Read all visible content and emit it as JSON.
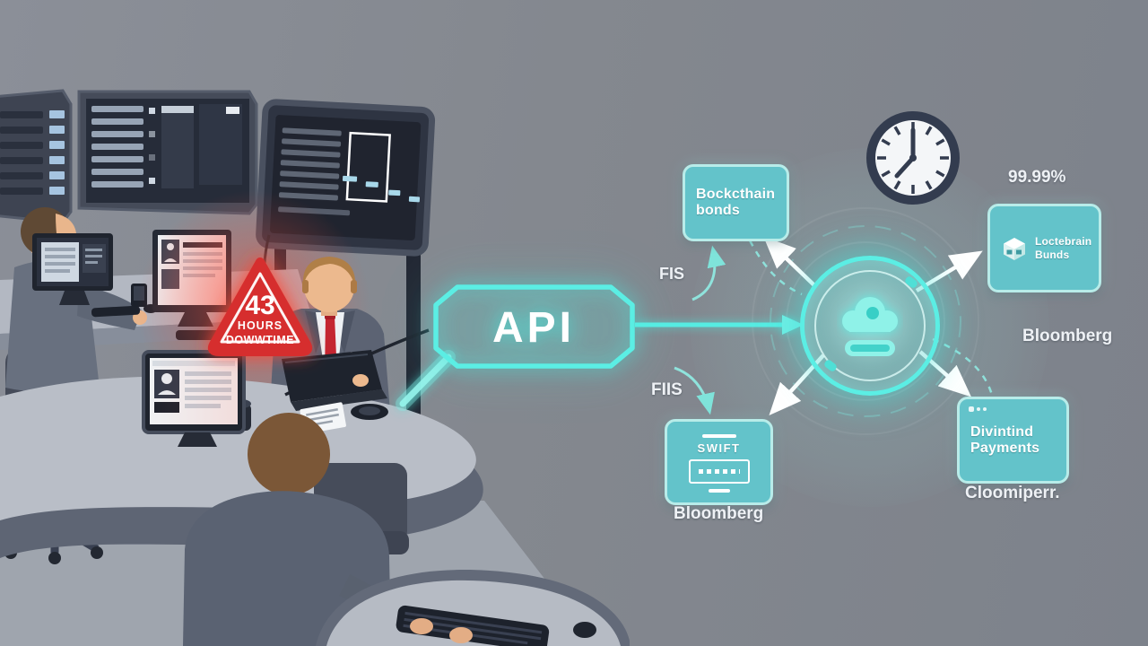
{
  "scene": {
    "warning": {
      "value": "43",
      "unit": "HOURS",
      "status": "DOWWTIME"
    },
    "api_label": "API"
  },
  "diagram": {
    "node_blockchain": {
      "line1": "Bockcthain",
      "line2": "bonds"
    },
    "node_swift": {
      "label": "SWIFT"
    },
    "node_lockchain": {
      "line1": "Loctebrain",
      "line2": "Bunds"
    },
    "node_dividend": {
      "line1": "Divintind",
      "line2": "Payments"
    },
    "label_fis": "FIS",
    "label_fiis": "FIIS",
    "label_bloomberg_left": "Bloomberg",
    "label_uptime": "99.99%",
    "label_bloomberg_right": "Bloomberg",
    "label_cloomiperr": "Cloomiperr."
  },
  "colors": {
    "background_gray": "#84888f",
    "teal_box": "#63c3ca",
    "teal_border": "#b8ece9",
    "teal_glow": "#5beee4",
    "warning_red": "#d62f2f",
    "arrow_white": "#ffffff"
  }
}
